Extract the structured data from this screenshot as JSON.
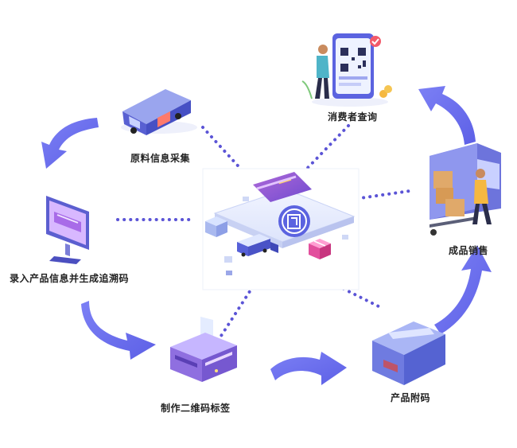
{
  "steps": {
    "raw_material": "原料信息采集",
    "enter_info": "录入产品信息并生成追溯码",
    "print_label": "制作二维码标签",
    "attach_code": "产品附码",
    "sales": "成品销售",
    "consumer_query": "消费者查询"
  },
  "colors": {
    "arrow": "#6f73f0",
    "arrow_light": "#9a9df7",
    "dots": "#5b54d6",
    "accent_purple": "#8a63d8",
    "box_blue": "#7a86e0"
  }
}
